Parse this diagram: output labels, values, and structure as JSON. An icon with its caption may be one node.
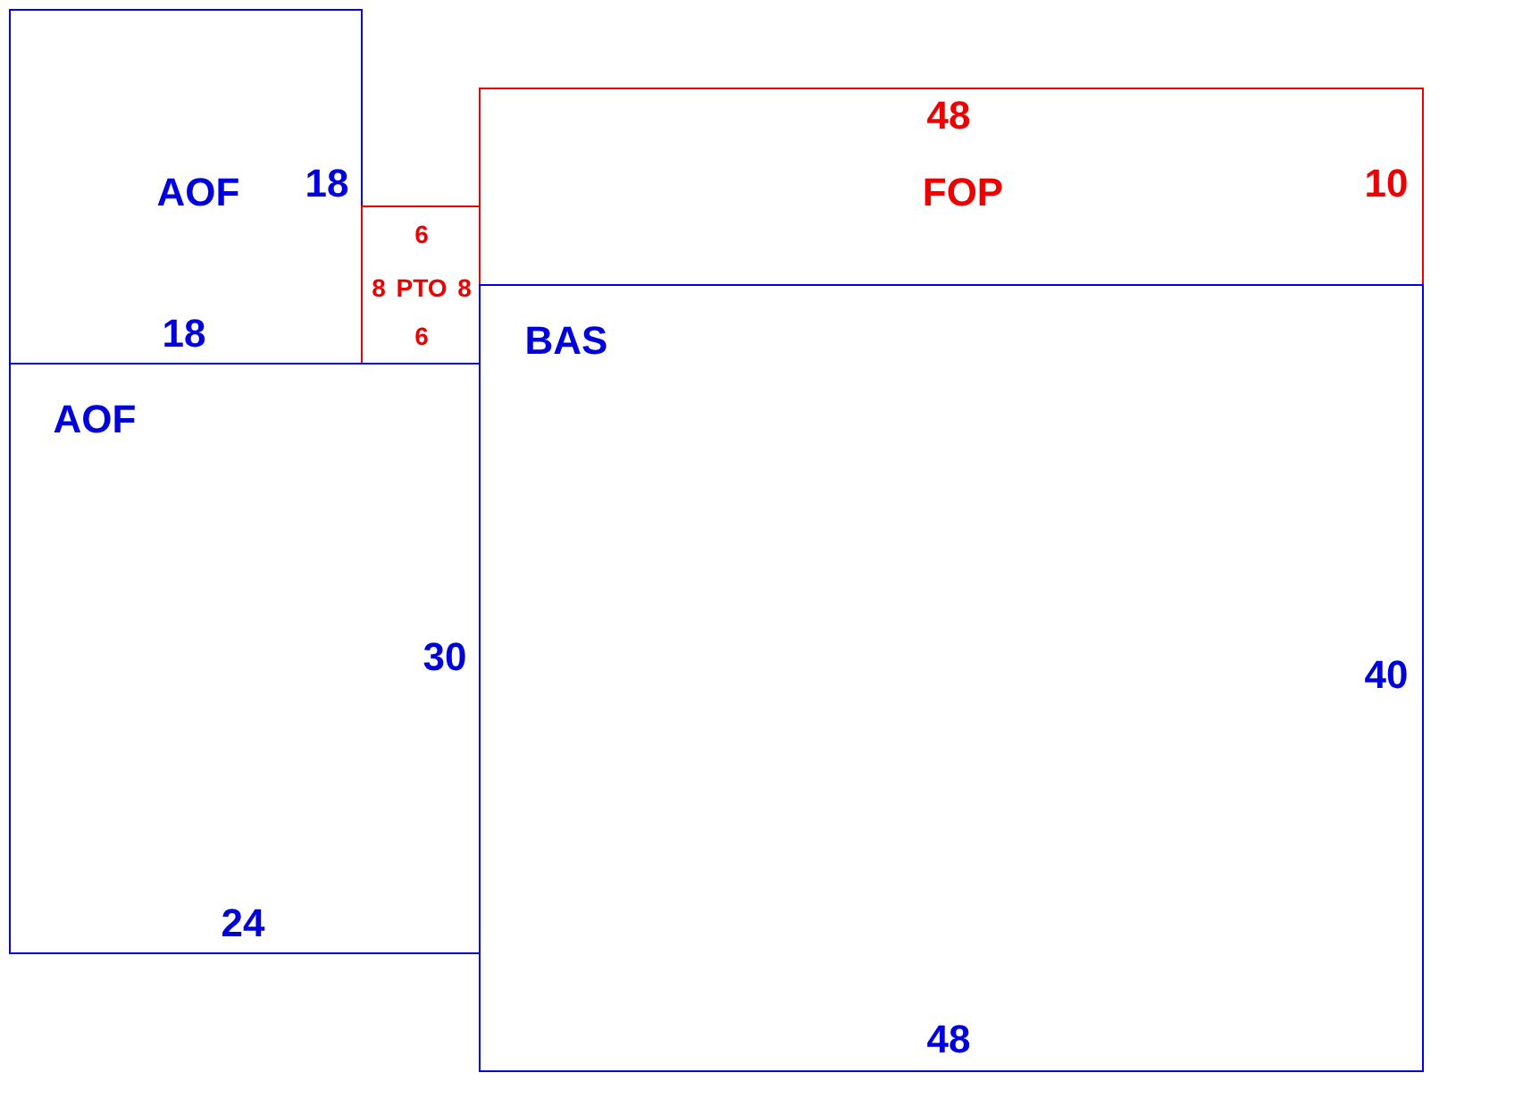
{
  "diagram": {
    "nodes": [
      {
        "text": [
          "AOF",
          "18",
          "18"
        ]
      },
      {
        "text": [
          "48",
          "FOP",
          "10"
        ]
      },
      {
        "text": [
          "6",
          "8",
          "PTO",
          "8",
          "6"
        ]
      },
      {
        "text": [
          "BAS",
          "40",
          "48"
        ]
      },
      {
        "text": [
          "AOF",
          "30",
          "24"
        ]
      }
    ]
  }
}
